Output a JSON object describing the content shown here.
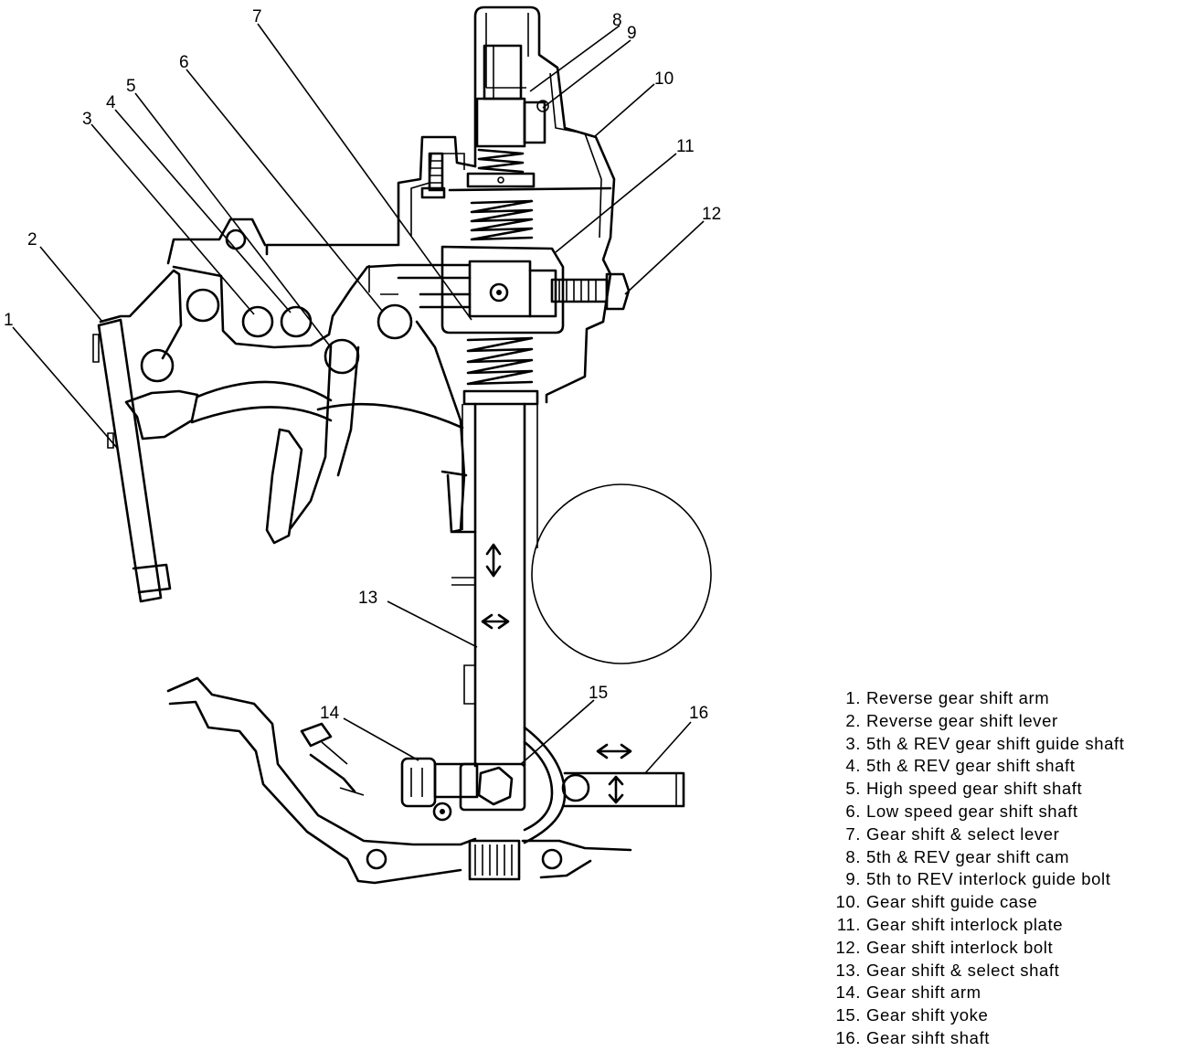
{
  "callouts": [
    "1",
    "2",
    "3",
    "4",
    "5",
    "6",
    "7",
    "8",
    "9",
    "10",
    "11",
    "12",
    "13",
    "14",
    "15",
    "16"
  ],
  "legend": [
    {
      "num": "1.",
      "text": "Reverse gear shift arm"
    },
    {
      "num": "2.",
      "text": "Reverse gear shift lever"
    },
    {
      "num": "3.",
      "text": "5th & REV gear shift guide shaft"
    },
    {
      "num": "4.",
      "text": "5th & REV gear shift shaft"
    },
    {
      "num": "5.",
      "text": "High speed gear shift shaft"
    },
    {
      "num": "6.",
      "text": "Low speed gear shift shaft"
    },
    {
      "num": "7.",
      "text": "Gear shift & select lever"
    },
    {
      "num": "8.",
      "text": "5th & REV gear shift cam"
    },
    {
      "num": "9.",
      "text": "5th to REV interlock guide bolt"
    },
    {
      "num": "10.",
      "text": "Gear shift guide case"
    },
    {
      "num": "11.",
      "text": "Gear shift interlock plate"
    },
    {
      "num": "12.",
      "text": "Gear shift interlock bolt"
    },
    {
      "num": "13.",
      "text": "Gear shift & select shaft"
    },
    {
      "num": "14.",
      "text": "Gear shift arm"
    },
    {
      "num": "15.",
      "text": "Gear shift yoke"
    },
    {
      "num": "16.",
      "text": "Gear sihft shaft"
    }
  ]
}
